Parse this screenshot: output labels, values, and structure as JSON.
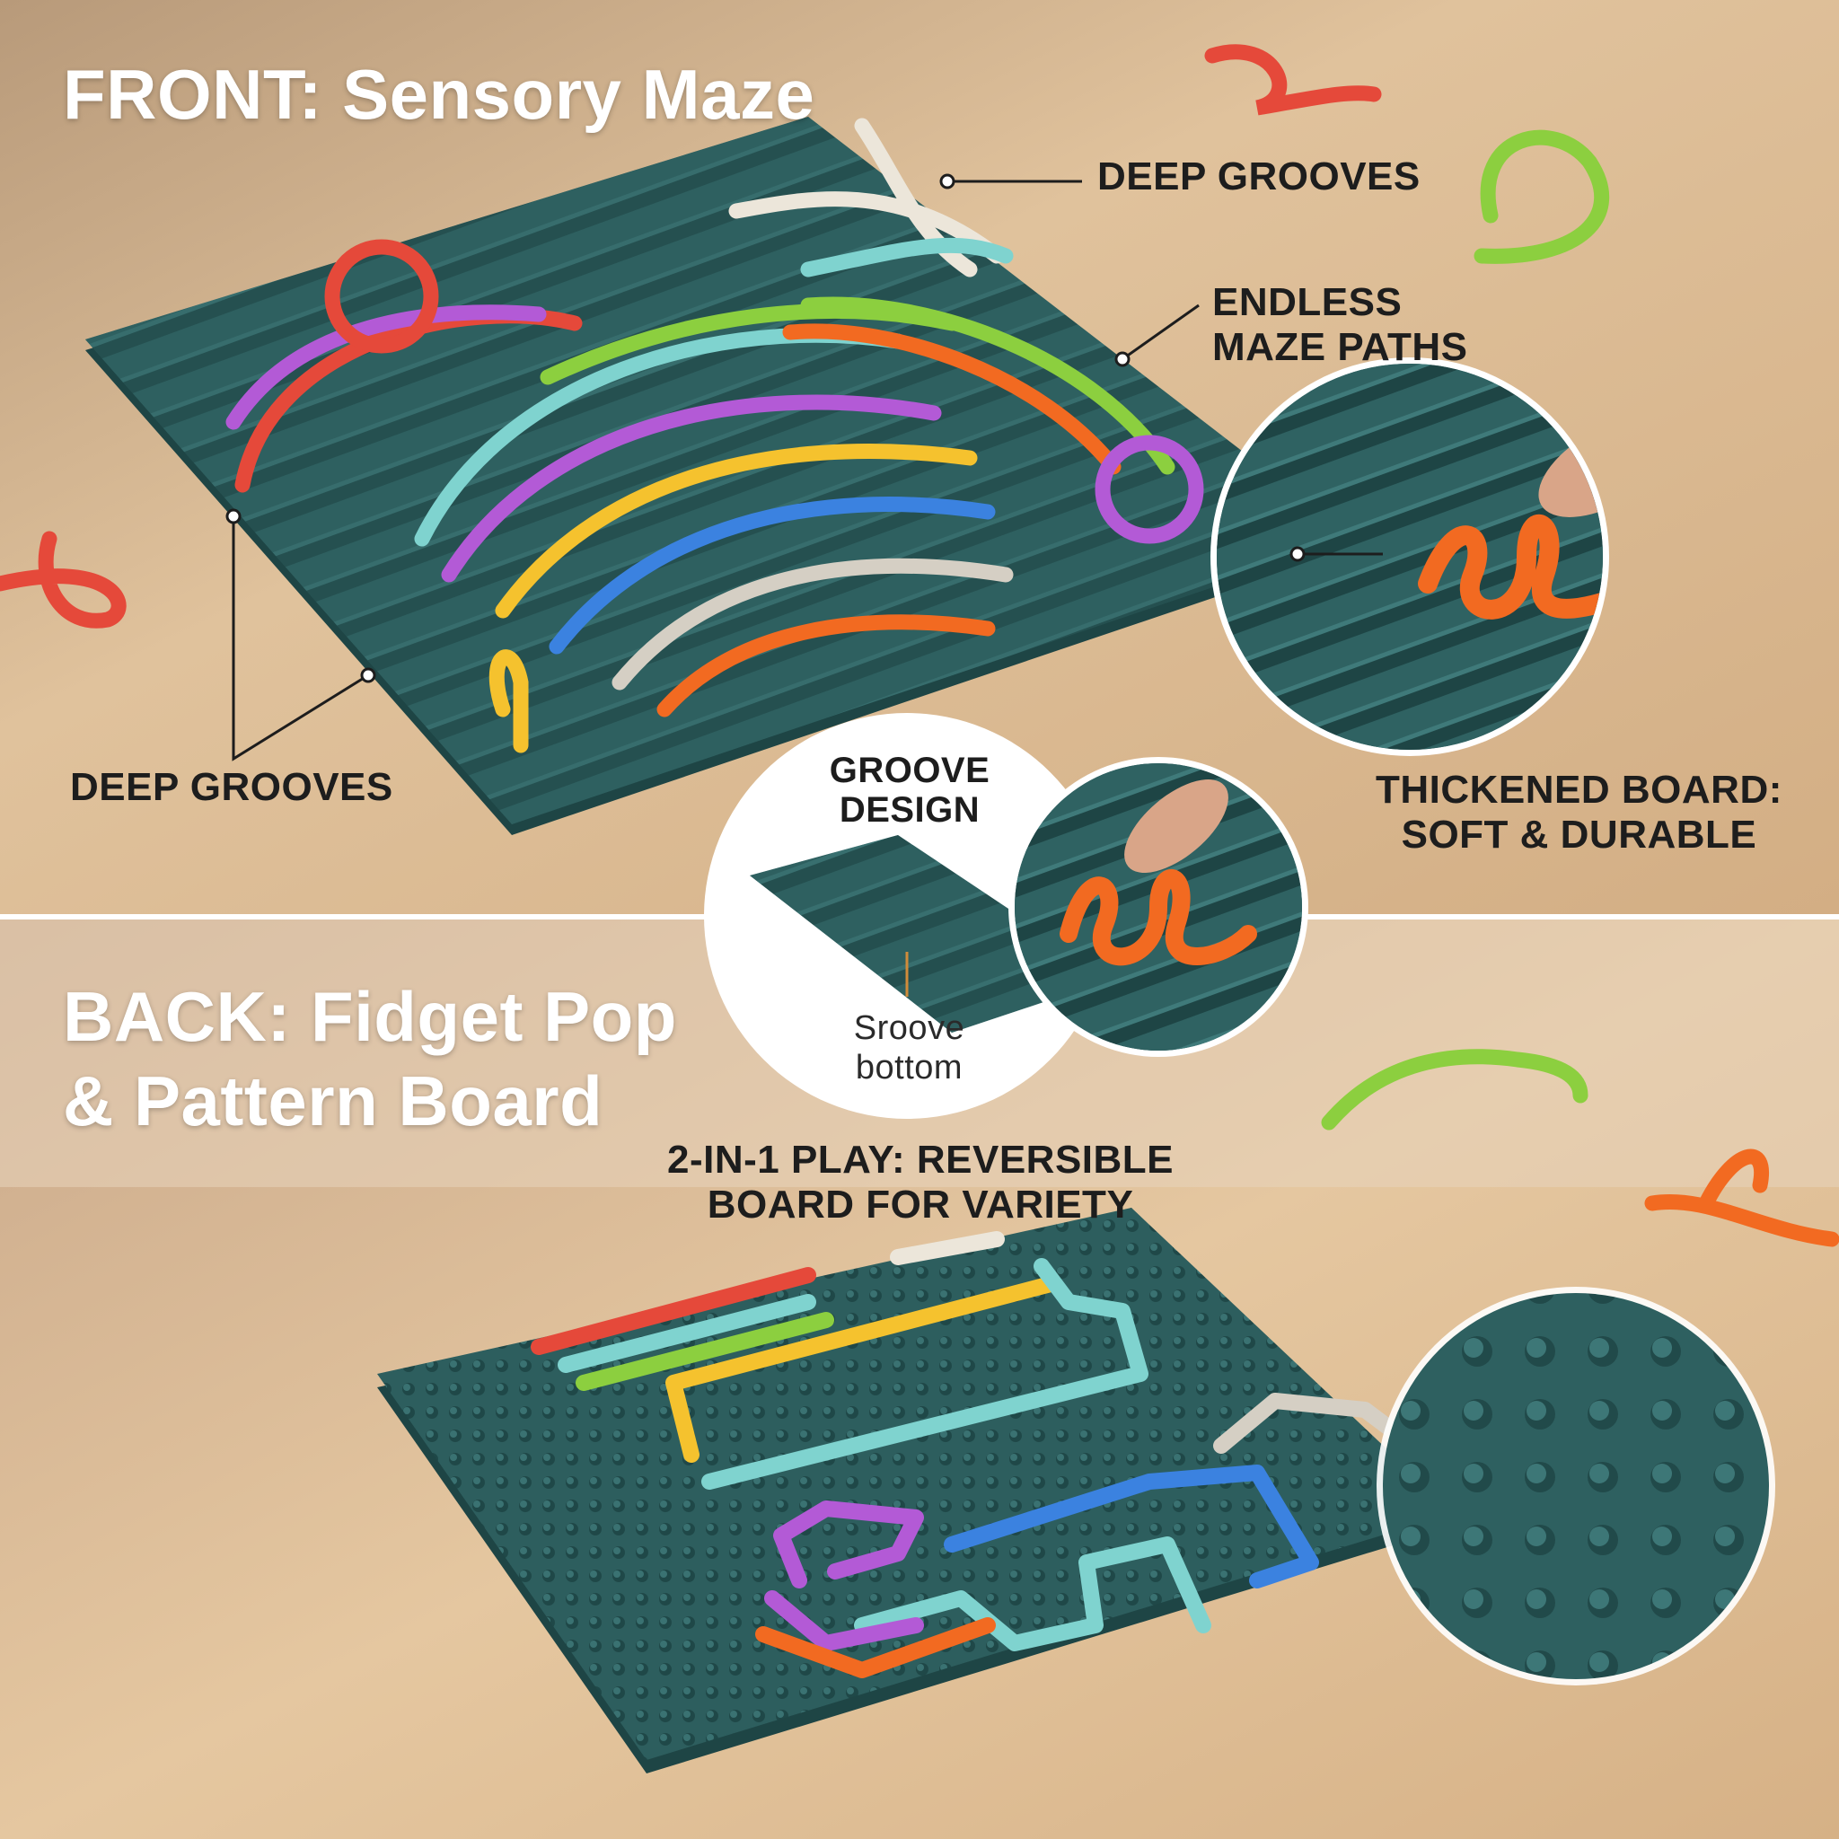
{
  "headings": {
    "front": "FRONT: Sensory Maze",
    "back_line1": "BACK: Fidget Pop",
    "back_line2": "& Pattern Board"
  },
  "callouts": {
    "deep_grooves_top": "DEEP GROOVES",
    "maze_line1": "ENDLESS",
    "maze_line2": "MAZE PATHS",
    "deep_grooves_left": "DEEP GROOVES",
    "thick_line1": "THICKENED BOARD:",
    "thick_line2": "SOFT & DURABLE",
    "groove_line1": "GROOVE",
    "groove_line2": "DESIGN",
    "bottom_line1": "Sroove",
    "bottom_line2": "bottom",
    "play_line1": "2-IN-1 PLAY: REVERSIBLE",
    "play_line2": "BOARD FOR VARIETY"
  },
  "colors": {
    "board": "#2d5e5e",
    "board_dark": "#1f4646",
    "wood": "#d6b48c",
    "divider": "#ffffff",
    "rope_red": "#e5493a",
    "rope_orange": "#f26a21",
    "rope_yellow": "#f5c22e",
    "rope_green": "#8ccf3f",
    "rope_teal": "#7fd3cf",
    "rope_blue": "#3b82e0",
    "rope_purple": "#b35ad6",
    "rope_grey": "#d5cfc4"
  }
}
